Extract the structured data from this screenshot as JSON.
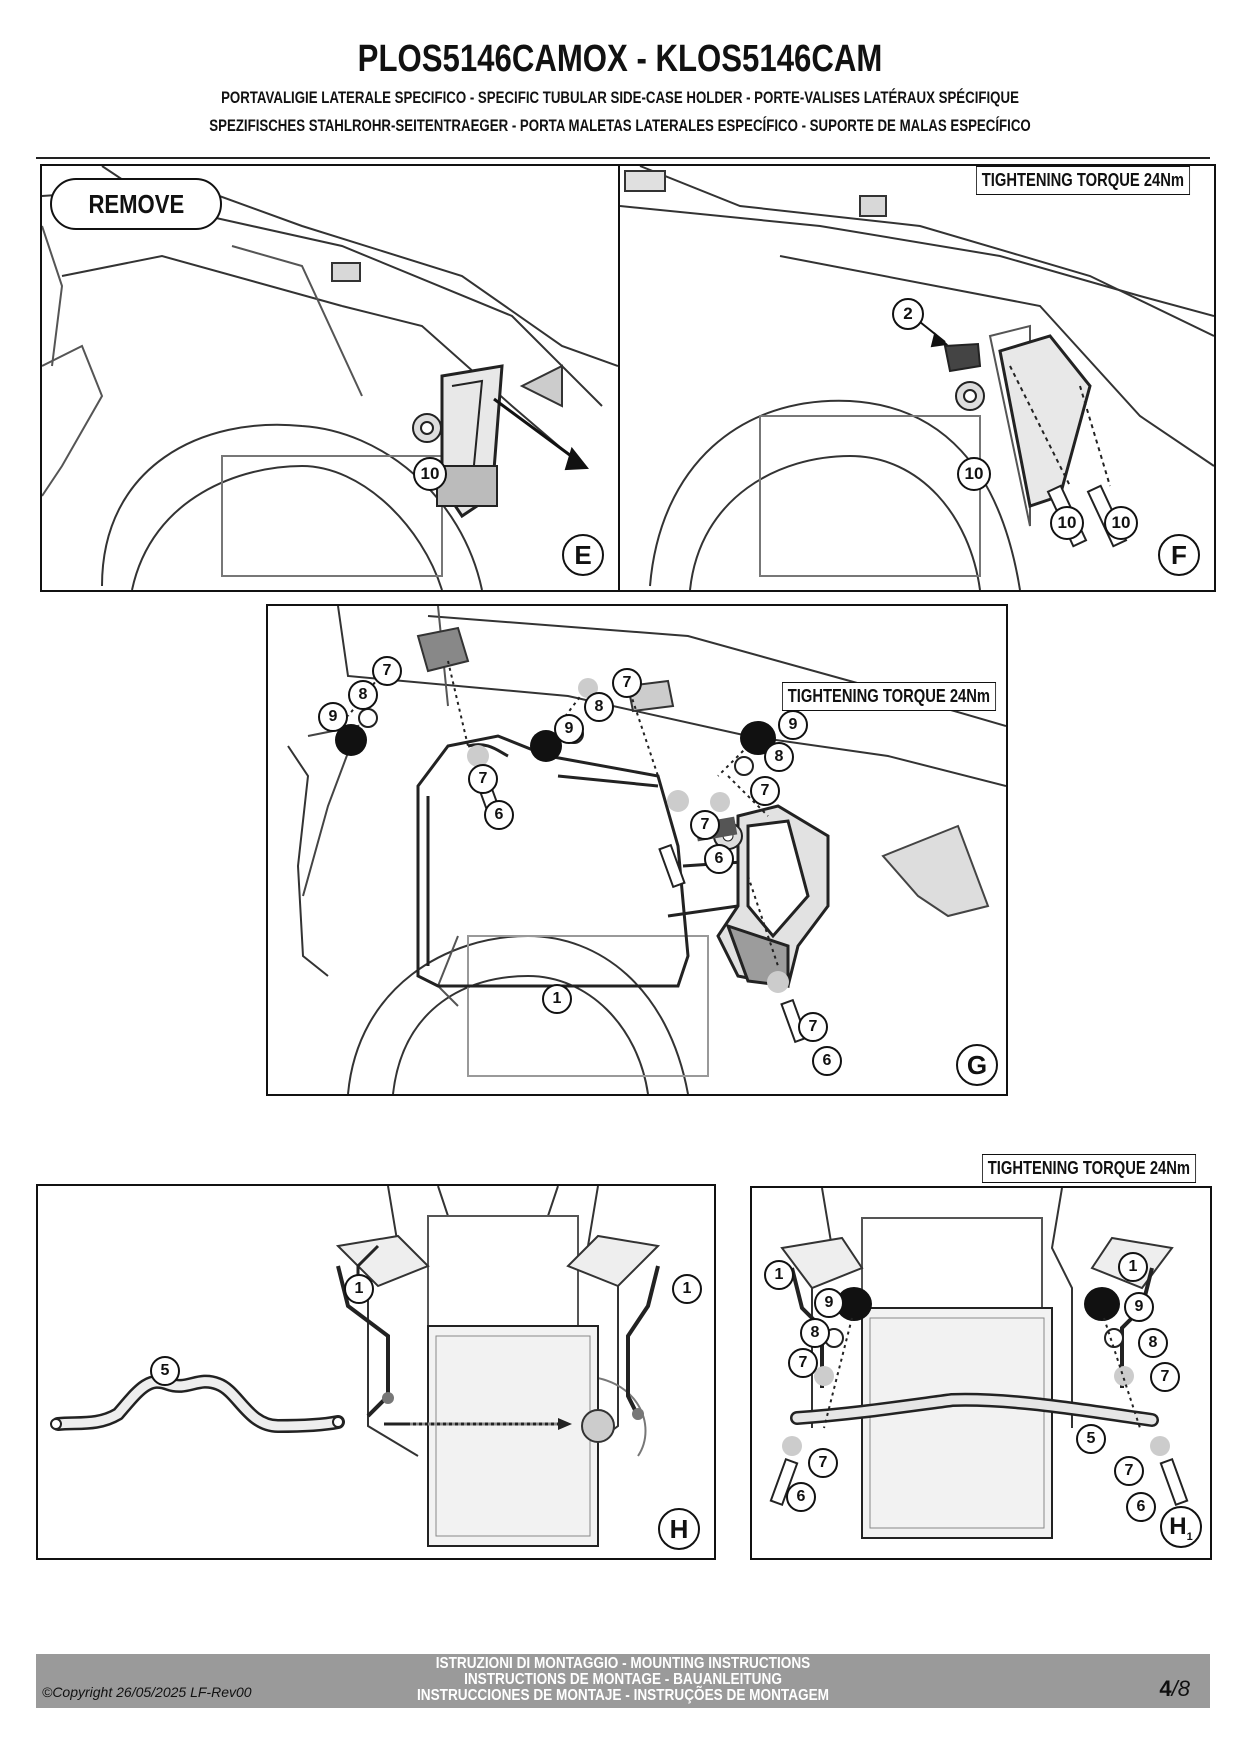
{
  "header": {
    "title": "PLOS5146CAMOX - KLOS5146CAM",
    "subtitle_line1": "PORTAVALIGIE LATERALE SPECIFICO  -  SPECIFIC TUBULAR SIDE-CASE HOLDER  - PORTE-VALISES LATÉRAUX SPÉCIFIQUE",
    "subtitle_line2": "SPEZIFISCHES STAHLROHR-SEITENTRAEGER - PORTA MALETAS LATERALES ESPECÍFICO - SUPORTE DE MALAS ESPECÍFICO"
  },
  "panels": {
    "E": {
      "step": "E",
      "badge": "REMOVE",
      "callouts": [
        "10"
      ]
    },
    "F": {
      "step": "F",
      "torque": "TIGHTENING TORQUE 24Nm",
      "callouts": [
        "2",
        "10",
        "10",
        "10"
      ]
    },
    "G": {
      "step": "G",
      "torque": "TIGHTENING TORQUE 24Nm",
      "callouts": [
        "7",
        "8",
        "9",
        "7",
        "8",
        "9",
        "7",
        "6",
        "9",
        "8",
        "7",
        "7",
        "6",
        "1",
        "7",
        "6"
      ]
    },
    "H": {
      "step": "H",
      "callouts": [
        "1",
        "1",
        "5"
      ]
    },
    "H1": {
      "step": "H",
      "step_sub": "1",
      "torque": "TIGHTENING TORQUE 24Nm",
      "callouts": [
        "1",
        "9",
        "8",
        "7",
        "7",
        "6",
        "1",
        "9",
        "8",
        "7",
        "5",
        "7",
        "6"
      ]
    }
  },
  "footer": {
    "line1": "ISTRUZIONI DI MONTAGGIO  -  MOUNTING INSTRUCTIONS",
    "line2": "INSTRUCTIONS DE MONTAGE - BAUANLEITUNG",
    "line3": "INSTRUCCIONES DE MONTAJE - INSTRUÇÕES DE MONTAGEM",
    "copyright": "©Copyright 26/05/2025 LF-Rev00",
    "page": "4",
    "of": "/8"
  }
}
